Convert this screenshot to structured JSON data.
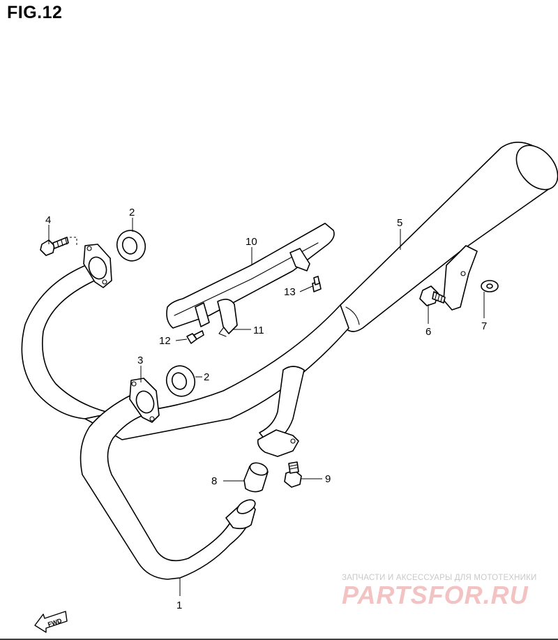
{
  "figure": {
    "title": "FIG.12"
  },
  "callouts": {
    "c1": "1",
    "c2a": "2",
    "c2b": "2",
    "c3": "3",
    "c4": "4",
    "c5": "5",
    "c6": "6",
    "c7": "7",
    "c8": "8",
    "c9": "9",
    "c10": "10",
    "c11": "11",
    "c12": "12",
    "c13": "13"
  },
  "direction_badge": {
    "label": "FWD"
  },
  "watermark": {
    "caption": "ЗАПЧАСТИ И АКСЕССУАРЫ ДЛЯ МОТОТЕХНИКИ",
    "logo": "PARTSFOR.RU",
    "color": "#f3c2c2"
  }
}
